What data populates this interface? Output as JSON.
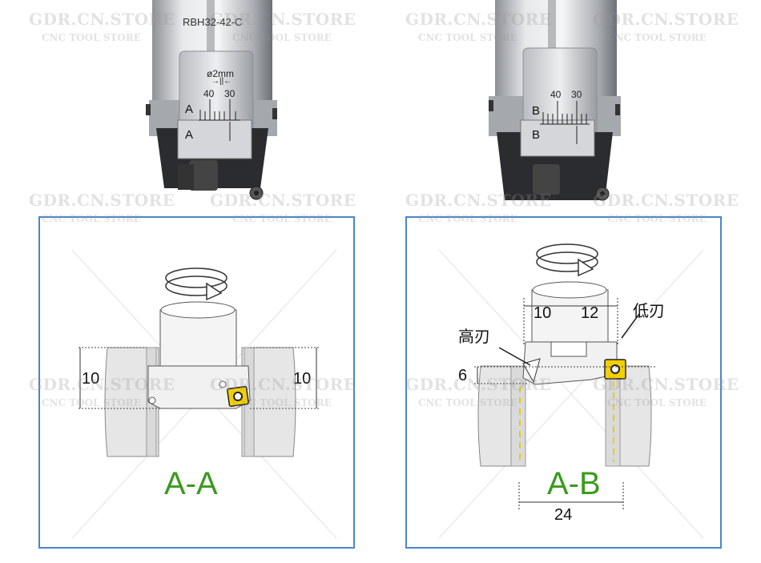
{
  "watermark": {
    "brand": "GDR.CN.STORE",
    "sub": "CNC TOOL STORE"
  },
  "left_photo": {
    "model": "RBH32-42-C",
    "diameter": "ø2mm",
    "mark": "→||←",
    "n1": "40",
    "n2": "30",
    "letter_top": "A",
    "letter_bottom": "A"
  },
  "right_photo": {
    "n1": "40",
    "n2": "30",
    "letter_top": "B",
    "letter_bottom": "B"
  },
  "left_diagram": {
    "dim_left": "10",
    "dim_right": "10",
    "caption": "A-A"
  },
  "right_diagram": {
    "dim_a": "10",
    "dim_b": "12",
    "dim_side": "6",
    "dim_bottom": "24",
    "label_high": "高刃",
    "label_low": "低刃",
    "caption": "A-B"
  },
  "colors": {
    "border": "#4a86c8",
    "caption": "#3b9a1e",
    "insert": "#f2d000"
  }
}
